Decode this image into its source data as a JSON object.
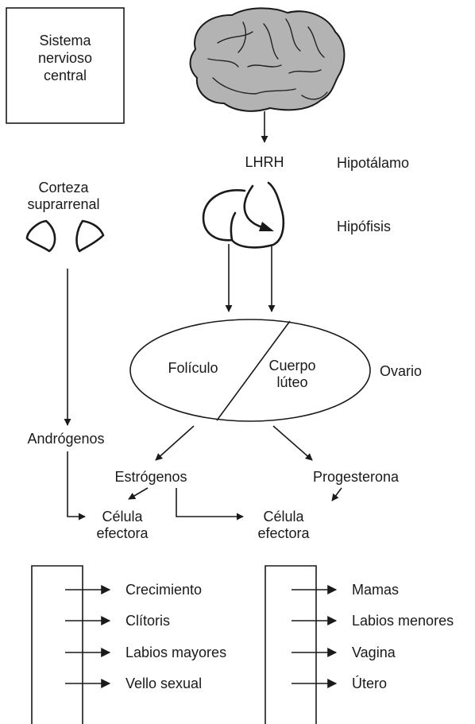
{
  "cns_box": {
    "line1": "Sistema",
    "line2": "nervioso",
    "line3": "central"
  },
  "hormone_hypothalamus": "LHRH",
  "hypothalamus": "Hipotálamo",
  "pituitary": "Hipófisis",
  "adrenal_cortex": {
    "line1": "Corteza",
    "line2": "suprarrenal"
  },
  "ovary": {
    "label": "Ovario",
    "follicle": "Folículo",
    "corpus_line1": "Cuerpo",
    "corpus_line2": "lúteo"
  },
  "androgens": "Andrógenos",
  "estrogens": "Estrógenos",
  "progesterone": "Progesterona",
  "effector_left": {
    "line1": "Célula",
    "line2": "efectora"
  },
  "effector_right": {
    "line1": "Célula",
    "line2": "efectora"
  },
  "targets_left": [
    "Crecimiento",
    "Clítoris",
    "Labios mayores",
    "Vello sexual"
  ],
  "targets_right": [
    "Mamas",
    "Labios menores",
    "Vagina",
    "Útero"
  ]
}
